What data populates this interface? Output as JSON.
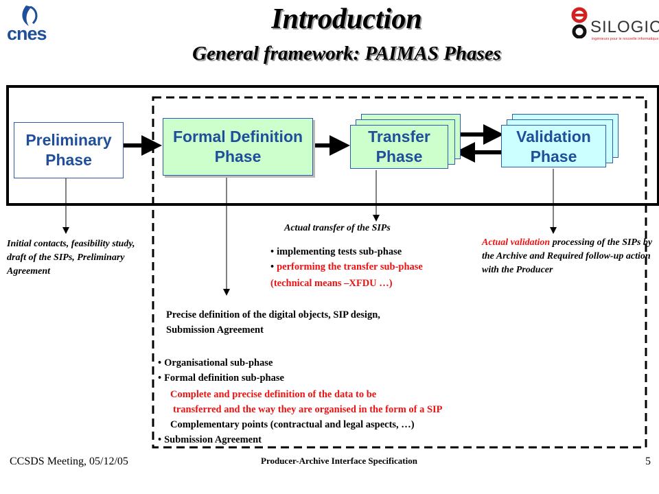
{
  "header": {
    "title": "Introduction",
    "subtitle": "General framework: PAIMAS Phases",
    "left_logo": "cnes",
    "right_logo_name": "SILOGIC",
    "right_logo_tagline": "ingénieurs pour le nouvelle informatique"
  },
  "phases": {
    "preliminary": "Preliminary Phase",
    "formal": "Formal Definition Phase",
    "transfer": "Transfer Phase",
    "validation": "Validation Phase"
  },
  "notes": {
    "preliminary": "Initial contacts, feasibility study, draft of the SIPs, Preliminary Agreement",
    "transfer_title": "Actual transfer of the SIPs",
    "transfer_b1": "implementing tests sub-phase",
    "transfer_b2": "performing the transfer sub-phase",
    "transfer_b2_cont": "(technical means –XFDU …)",
    "validation_red": "Actual validation",
    "validation_rest": " processing of the SIPs by the Archive and Required follow-up action with the Producer",
    "formal_desc": "Precise definition of the digital objects, SIP design, Submission Agreement",
    "formal_b1": "Organisational sub-phase",
    "formal_b2": "Formal definition sub-phase",
    "formal_red_1": "Complete and precise definition of the data to be",
    "formal_red_2": "transferred and the way they are organised in the form of a SIP",
    "formal_comp": "Complementary points (contractual and legal aspects, …)",
    "formal_b3": "Submission Agreement"
  },
  "footer": {
    "left": "CCSDS Meeting, 05/12/05",
    "center": "Producer-Archive Interface Specification",
    "page": "5"
  },
  "colors": {
    "preliminary_fill": "#ffffff",
    "formal_fill": "#ccffcc",
    "transfer_fill": "#ccffcc",
    "validation_fill": "#ccffff",
    "highlight": "#ee1111",
    "box_border": "#2a5aa8",
    "cnes_blue": "#1f4e9a",
    "silogic_red": "#d32020"
  }
}
